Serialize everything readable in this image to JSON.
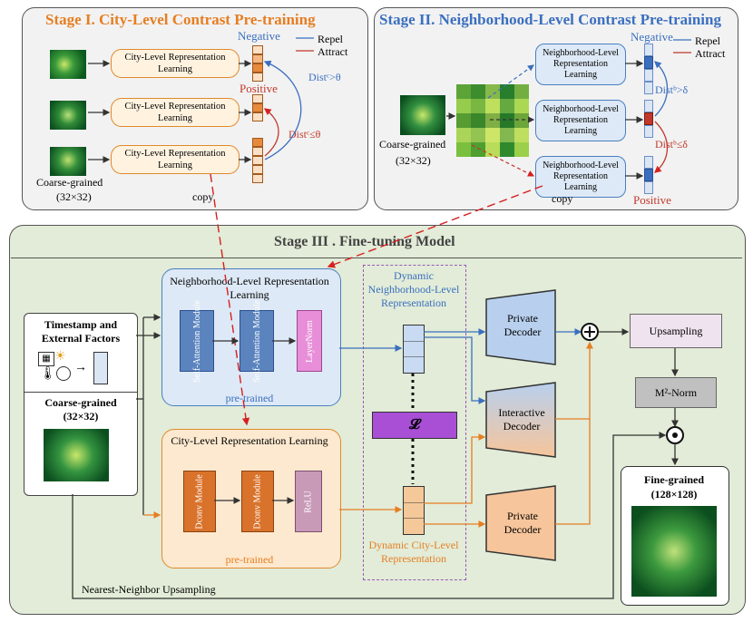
{
  "stage1": {
    "title": "Stage I. City-Level Contrast Pre-training",
    "rep_label": "City-Level Representation Learning",
    "negative": "Negative",
    "positive": "Positive",
    "repel": "Repel",
    "attract": "Attract",
    "dist_gt": "Distᶜ>θ",
    "dist_le": "Distᶜ≤θ",
    "coarse_label": "Coarse-grained",
    "coarse_size": "(32×32)",
    "copy": "copy"
  },
  "stage2": {
    "title": "Stage II. Neighborhood-Level  Contrast Pre-training",
    "rep_label": "Neighborhood-Level Representation Learning",
    "negative": "Negative",
    "positive": "Positive",
    "repel": "Repel",
    "attract": "Attract",
    "dist_gt": "Distᵇ>δ",
    "dist_le": "Distᵇ≤δ",
    "coarse_label": "Coarse-grained",
    "coarse_size": "(32×32)",
    "copy": "copy"
  },
  "stage3": {
    "title": "Stage III .  Fine-tuning Model",
    "timestamp_label": "Timestamp and External Factors",
    "coarse_label": "Coarse-grained",
    "coarse_size": "(32×32)",
    "nbr_title": "Neighborhood-Level Representation Learning",
    "self_attn_1": "Self-Attention Module",
    "self_attn_2": "Self-Attention Module",
    "layernorm": "LayerNorm",
    "pretrained_1": "pre-trained",
    "city_title": "City-Level Representation Learning",
    "dconv_1": "Dconv Module",
    "dconv_2": "Dconv Module",
    "relu": "ReLU",
    "pretrained_2": "pre-trained",
    "dyn_nbr": "Dynamic Neighborhood-Level Representation",
    "loss": "𝓛",
    "dyn_city": "Dynamic City-Level Representation",
    "private_decoder_1": "Private Decoder",
    "interactive_decoder": "Interactive Decoder",
    "private_decoder_2": "Private Decoder",
    "upsampling": "Upsampling",
    "m2norm": "M²-Norm",
    "fine_label": "Fine-grained",
    "fine_size": "(128×128)",
    "nn_upsampling": "Nearest-Neighbor Upsampling"
  },
  "colors": {
    "orange": "#e67e22",
    "blue": "#3a6fbf",
    "red": "#c0392b",
    "stage3_bg": "#e2ecd8",
    "purple": "#9b59b6"
  }
}
